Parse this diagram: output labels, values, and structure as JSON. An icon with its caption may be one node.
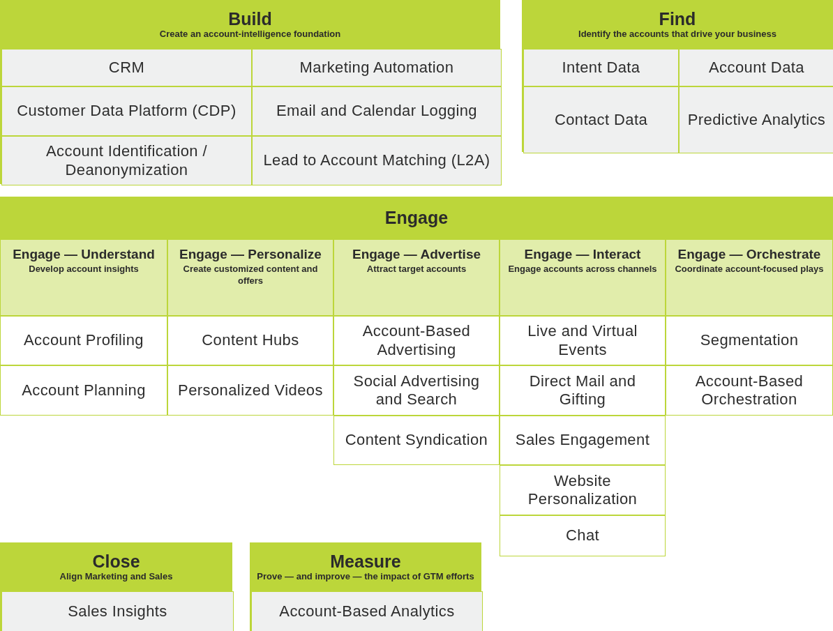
{
  "diagram": {
    "nodes": [
      {
        "text": [
          "Build",
          "Create an account-intelligence foundation"
        ]
      },
      {
        "text": [
          "CRM"
        ],
        "in": 0
      },
      {
        "text": [
          "Marketing Automation"
        ],
        "in": 0
      },
      {
        "text": [
          "Customer Data Platform (CDP)"
        ],
        "in": 0
      },
      {
        "text": [
          "Email and Calendar Logging"
        ],
        "in": 0
      },
      {
        "text": [
          "Account Identification / Deanonymization"
        ],
        "in": 0
      },
      {
        "text": [
          "Lead to Account Matching (L2A)"
        ],
        "in": 0
      },
      {
        "text": [
          "Find",
          "Identify the accounts that drive your business"
        ]
      },
      {
        "text": [
          "Intent Data"
        ],
        "in": 7
      },
      {
        "text": [
          "Account Data"
        ],
        "in": 7
      },
      {
        "text": [
          "Contact Data"
        ],
        "in": 7
      },
      {
        "text": [
          "Predictive Analytics"
        ],
        "in": 7
      },
      {
        "text": [
          "Engage"
        ]
      },
      {
        "text": [
          "Engage — Understand",
          "Develop account insights"
        ]
      },
      {
        "text": [
          "Account Profiling"
        ]
      },
      {
        "text": [
          "Account Planning"
        ]
      },
      {
        "text": [
          "Engage — Personalize",
          "Create customized content and offers"
        ]
      },
      {
        "text": [
          "Content Hubs"
        ]
      },
      {
        "text": [
          "Personalized Videos"
        ]
      },
      {
        "text": [
          "Engage — Advertise",
          "Attract target accounts"
        ]
      },
      {
        "text": [
          "Account-Based Advertising"
        ]
      },
      {
        "text": [
          "Social Advertising and Search"
        ]
      },
      {
        "text": [
          "Content Syndication"
        ]
      },
      {
        "text": [
          "Engage — Interact",
          "Engage accounts across channels"
        ]
      },
      {
        "text": [
          "Live and Virtual Events"
        ]
      },
      {
        "text": [
          "Direct Mail and Gifting"
        ]
      },
      {
        "text": [
          "Sales Engagement"
        ]
      },
      {
        "text": [
          "Website Personalization"
        ]
      },
      {
        "text": [
          "Chat"
        ]
      },
      {
        "text": [
          "Engage — Orchestrate",
          "Coordinate account-focused plays"
        ]
      },
      {
        "text": [
          "Segmentation"
        ]
      },
      {
        "text": [
          "Account-Based Orchestration"
        ]
      },
      {
        "text": [
          "Close",
          "Align Marketing and Sales"
        ]
      },
      {
        "text": [
          "Sales Insights"
        ],
        "in": 32
      },
      {
        "text": [
          "Measure",
          "Prove — and improve — the impact of GTM efforts"
        ]
      },
      {
        "text": [
          "Account-Based Analytics"
        ],
        "in": 34
      }
    ]
  }
}
